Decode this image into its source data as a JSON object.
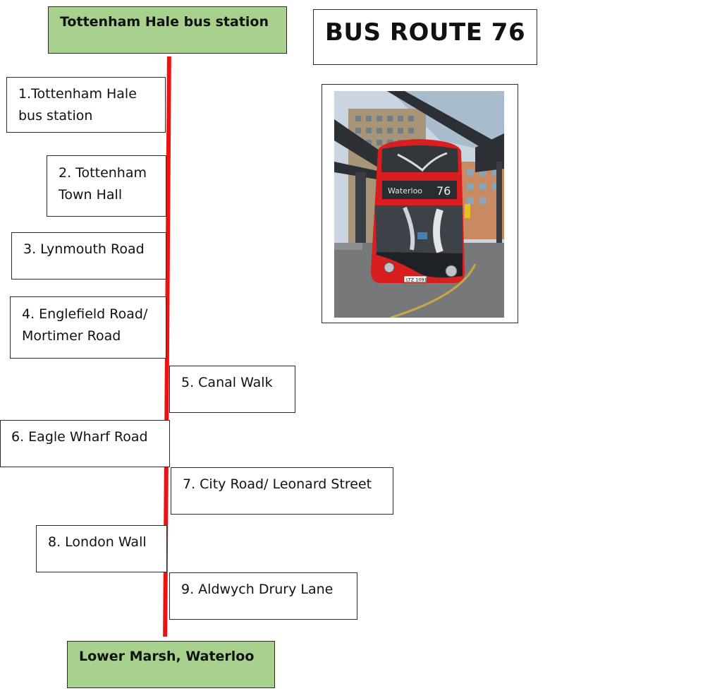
{
  "route": {
    "title": "BUS ROUTE 76",
    "line_color": "#ee1111",
    "terminal_color": "#a9d18e",
    "start_terminal": "Tottenham Hale bus station",
    "end_terminal": "Lower Marsh, Waterloo",
    "stops": [
      {
        "line1": "1.Tottenham Hale",
        "line2": "bus station"
      },
      {
        "line1": "2. Tottenham",
        "line2": "Town Hall"
      },
      {
        "line1": "3. Lynmouth Road",
        "line2": ""
      },
      {
        "line1": "4. Englefield Road/",
        "line2": "Mortimer Road"
      },
      {
        "line1": "5. Canal Walk",
        "line2": ""
      },
      {
        "line1": "6. Eagle Wharf Road",
        "line2": ""
      },
      {
        "line1": "7. City Road/ Leonard Street",
        "line2": ""
      },
      {
        "line1": "8. London Wall",
        "line2": ""
      },
      {
        "line1": "9. Aldwych Drury Lane",
        "line2": ""
      }
    ]
  },
  "photo": {
    "destination_display": "Waterloo",
    "route_number_display": "76",
    "number_plate": "LTZ 1091"
  }
}
